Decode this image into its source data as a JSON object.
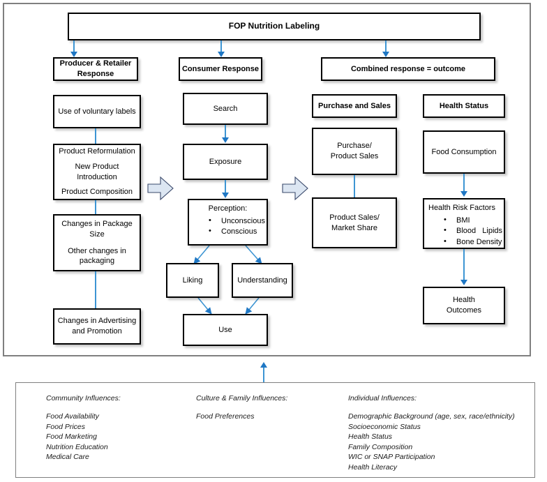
{
  "diagram": {
    "title": "FOP Nutrition Labeling",
    "top_node": {
      "label": "FOP Nutrition Labeling"
    },
    "headers": [
      {
        "id": "producer-retailer-response",
        "line1": "Producer & Retailer",
        "line2": "Response"
      },
      {
        "id": "consumer-response",
        "line1": "Consumer Response"
      },
      {
        "id": "combined-response",
        "line1": "Combined response = outcome"
      }
    ],
    "columns": {
      "producer": {
        "header": "Producer & Retailer Response",
        "nodes": [
          {
            "id": "use-of-voluntary-labels",
            "lines": [
              "Use of voluntary labels"
            ]
          },
          {
            "id": "product-reformulation",
            "lines": [
              "Product Reformulation",
              "",
              "New Product",
              "Introduction",
              "",
              "Product Composition"
            ]
          },
          {
            "id": "changes-in-package-size",
            "lines": [
              "Changes in Package",
              "Size",
              "",
              "Other changes in",
              "packaging"
            ]
          },
          {
            "id": "changes-in-advertising",
            "lines": [
              "Changes in Advertising",
              "and Promotion"
            ]
          }
        ]
      },
      "consumer": {
        "header": "Consumer Response",
        "nodes": [
          {
            "id": "search",
            "lines": [
              "Search"
            ]
          },
          {
            "id": "exposure",
            "lines": [
              "Exposure"
            ]
          },
          {
            "id": "perception",
            "title": "Perception:",
            "bullets": [
              "Unconscious",
              "Conscious"
            ]
          },
          {
            "id": "liking",
            "lines": [
              "Liking"
            ]
          },
          {
            "id": "understanding",
            "lines": [
              "Understanding"
            ]
          },
          {
            "id": "use",
            "lines": [
              "Use"
            ]
          }
        ]
      },
      "purchase": {
        "header": "Purchase and Sales",
        "nodes": [
          {
            "id": "purchase-product-sales",
            "lines": [
              "Purchase/",
              "Product Sales"
            ]
          },
          {
            "id": "product-sales-market-share",
            "lines": [
              "Product Sales/",
              "Market Share"
            ]
          }
        ]
      },
      "health": {
        "header": "Health Status",
        "nodes": [
          {
            "id": "food-consumption",
            "lines": [
              "Food Consumption"
            ]
          },
          {
            "id": "health-risk-factors",
            "title": "Health Risk Factors",
            "bullets": [
              "BMI",
              "Blood   Lipids",
              "Bone Density"
            ]
          },
          {
            "id": "health-outcomes",
            "lines": [
              "Health",
              "Outcomes"
            ]
          }
        ]
      }
    }
  },
  "influences": [
    {
      "id": "community-influences",
      "heading": "Community Influences:",
      "items": [
        "Food Availability",
        "Food Prices",
        "Food Marketing",
        "Nutrition Education",
        "Medical Care"
      ]
    },
    {
      "id": "culture-family-influences",
      "heading": "Culture & Family Influences:",
      "items": [
        "Food Preferences"
      ]
    },
    {
      "id": "individual-influences",
      "heading": "Individual Influences:",
      "items": [
        "Demographic Background (age, sex, race/ethnicity)",
        "Socioeconomic Status",
        "Health Status",
        "Family Composition",
        "WIC or SNAP Participation",
        "Health Literacy"
      ]
    }
  ],
  "colors": {
    "connector": "#3d95d3",
    "arrow": "#1f77c4",
    "node_border": "#000000",
    "frame_border": "#7f7f7f",
    "block_arrow_fill": "#dce6f2",
    "background": "#ffffff"
  }
}
